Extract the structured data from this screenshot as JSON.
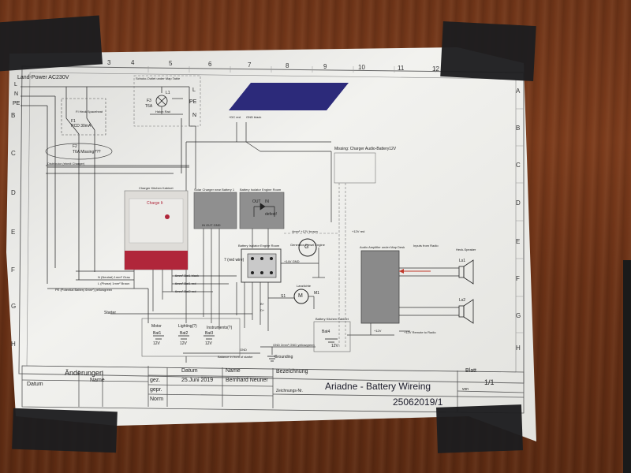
{
  "sheet": {
    "columns": [
      "3",
      "4",
      "5",
      "6",
      "7",
      "8",
      "9",
      "10",
      "11",
      "12"
    ],
    "rows_right": [
      "A",
      "B",
      "C",
      "D",
      "E",
      "F",
      "G",
      "H"
    ],
    "rows_left": [
      "B",
      "C",
      "D",
      "E",
      "F",
      "G",
      "H"
    ]
  },
  "labels": {
    "land_power": "Land-Power AC230V",
    "l": "L",
    "n": "N",
    "pe": "PE",
    "schuko": "Schuko-Outlet under Map Table",
    "l1": "L1",
    "f3": "F3",
    "t6a": "T6A",
    "halon_rad": "Halon Rad",
    "pe_r": "PE",
    "l_r": "L",
    "n_r": "N",
    "fi_heck": "FI Heck Spaceheat",
    "f1": "F1",
    "rcd": "RCD 30mA",
    "f2": "F2",
    "t6a_missing": "T6A Missing???",
    "distributor": "Distributor (ebmit Charger)",
    "dc_red": "+DC red",
    "gnd_black": "GND black",
    "missing_charger": "Missing: Charger Audio-Battery12V",
    "charger_kabinet": "Charger Kitchen Kabinet",
    "solar_charger": "Solar Charger near Battery 1",
    "battery_isolator": "Battery Isolator Engine Room",
    "out": "OUT",
    "in": "IN",
    "defect": "defect!",
    "in_out_gnd": "IN OUT GND",
    "battery_isolator2": "Battery Isolator Engine Room",
    "generator_diesel": "Generator Diesel Engine",
    "g_symbol": "G",
    "m_symbol": "M",
    "b_plus": "B+",
    "d_plus": "D+",
    "seven_red": "7 (red wire)",
    "s1": "S1",
    "m1": "M1",
    "lanzlichte": "Lanzlichte",
    "audio_amp": "Audio Amplifier under Map Desk",
    "inputs_radio": "Inputs from Radio",
    "heck_speaker": "Heck-Speaker",
    "ls1": "Ls1",
    "ls2": "Ls2",
    "starter": "Starter",
    "motor": "Motor",
    "bat1": "Bat1",
    "bat2": "Bat2",
    "bat3": "Bat3",
    "bat4": "Bat4",
    "v12_1": "12V",
    "v12_2": "12V",
    "v12_3": "12V",
    "v12_4": "12V",
    "lighting": "Lighting(?)",
    "instruments": "Instruments(?)",
    "battery_kitchen": "Battery Kitchen Kabinet",
    "remote_radio": "+12V Remote to Radio",
    "plus12v": "+12V",
    "grounding": "Grounding",
    "gnd": "GND",
    "gnd_yellowgreen": "GND 2mm² GND yellowgreen",
    "pe_potential": "PE (Potential Battery 6mm²) yellowgreen",
    "n_neutral": "N (Neutral) 1mm² Grau",
    "l_phase": "L (Phase) 1mm² Braun",
    "wire_1": "6mm² Bat1 black",
    "wire_2": "6mm² Bat1 red",
    "wire_3": "6mm² Bat2 red",
    "balance": "Balance in front of starter",
    "missing_12v_brown": "4mm² +12V brown",
    "plus12v_red": "+12V red",
    "plus13gnd": "+14V GND",
    "charge_brand": "Charge It",
    "aenderungen": "Änderungen",
    "datum_h": "Datum",
    "name_h": "Name",
    "datum": "Datum",
    "name": "Name",
    "gez": "gez.",
    "gepr": "gepr.",
    "norm": "Norm",
    "date_val": "25.Juni 2019",
    "person": "Bernhard Neuner",
    "bezeichnung": "Bezeichnung",
    "blatt": "Blatt",
    "blatt_val": "1/1",
    "von": "von",
    "title": "Ariadne - Battery Wireing",
    "zeichnungs_nr": "Zeichnungs-Nr.",
    "drawing_no": "25062019/1"
  },
  "colors": {
    "door": "#6e3418",
    "paper": "#efefec",
    "logo": "#2c2a7a",
    "charger_red": "#b0263a",
    "tape": "#1d1d1f",
    "wire_red": "#c0392b"
  },
  "icons": [
    "lamp-icon",
    "generator-icon",
    "motor-icon",
    "speaker-icon",
    "battery-icon",
    "ground-icon"
  ]
}
